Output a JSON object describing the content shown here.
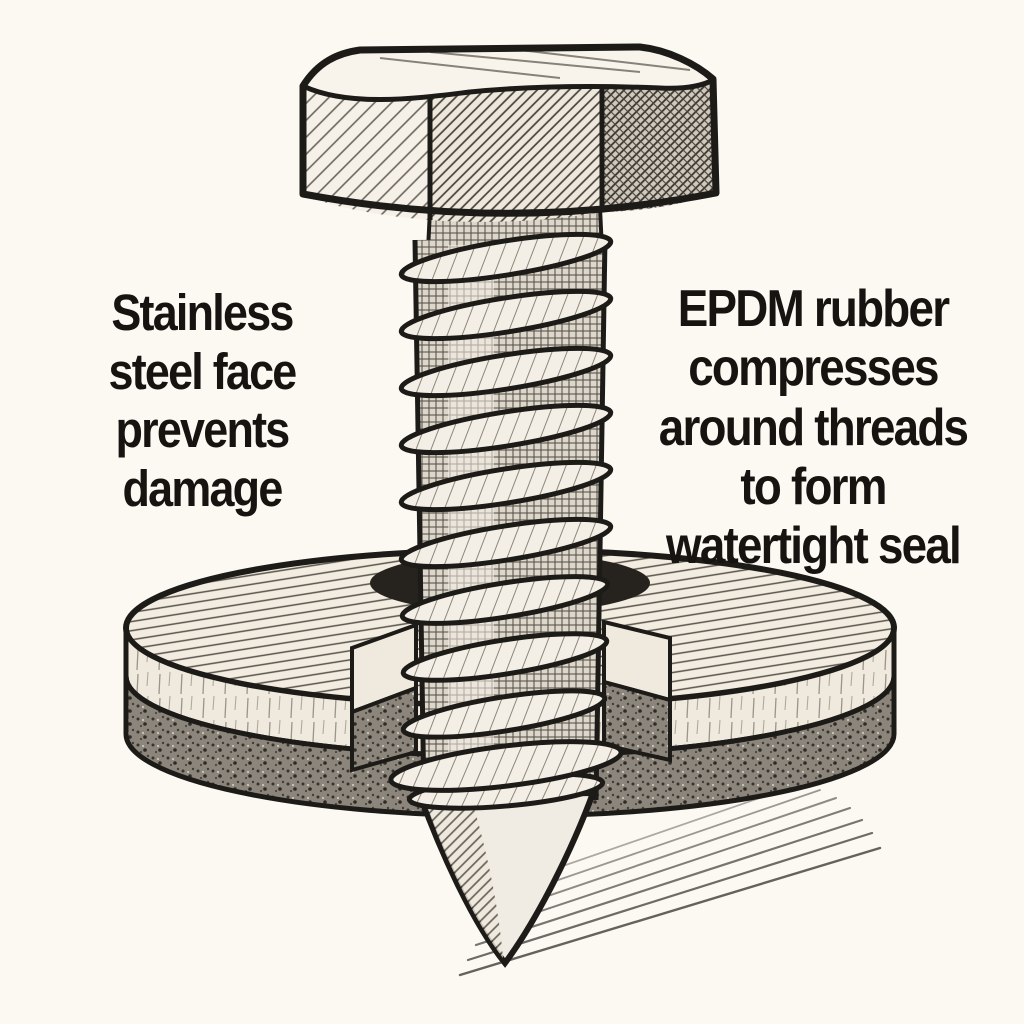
{
  "figure": {
    "background_color": "#fcf9f3",
    "ink_color": "#1d1b18",
    "text_color": "#161310",
    "style": "hand-drawn pen sketch",
    "illustration_parts": [
      "hex-head",
      "threaded-shank",
      "thread-ridges",
      "drill-point-tip",
      "washer-stainless-steel-face",
      "washer-epdm-rubber-layer",
      "shadow-lines"
    ]
  },
  "labels": {
    "left": {
      "lines": [
        "Stainless",
        "steel face",
        "prevents",
        "damage"
      ]
    },
    "right": {
      "lines": [
        "EPDM rubber",
        "compresses",
        "around threads",
        "to form",
        "watertight seal"
      ]
    }
  }
}
